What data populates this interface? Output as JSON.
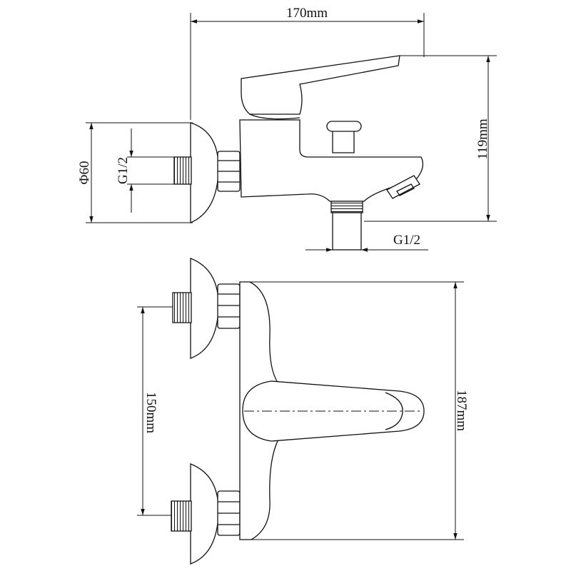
{
  "dimensions": {
    "width_total": "170mm",
    "height_side": "119mm",
    "diameter_flange": "Φ60",
    "thread_inlet": "G1/2",
    "thread_outlet": "G1/2",
    "center_distance": "150mm",
    "depth_top": "187mm"
  },
  "colors": {
    "line": "#111111",
    "background": "#ffffff"
  }
}
